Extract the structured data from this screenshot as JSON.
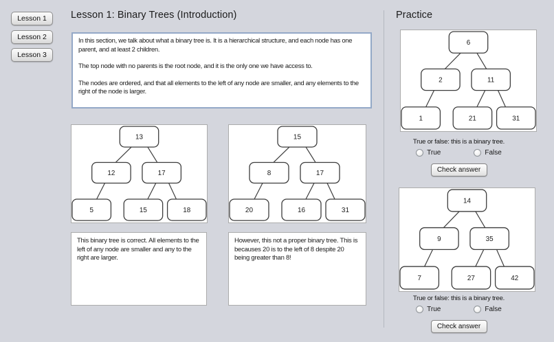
{
  "colors": {
    "background": "#d4d6dd",
    "intro_border": "#93a8c7",
    "box_border": "#ababab",
    "node_stroke": "#3c3c3c"
  },
  "sidebar": {
    "buttons": [
      {
        "label": "Lesson 1"
      },
      {
        "label": "Lesson 2"
      },
      {
        "label": "Lesson 3"
      }
    ]
  },
  "lesson": {
    "title": "Lesson 1: Binary Trees (Introduction)",
    "intro_paragraphs": [
      "In this section, we talk about what a binary tree is. It is a hierarchical structure, and each node has one parent, and at least 2 children.",
      "The top node with no parents is the root node, and it is the only one we have access to.",
      "The nodes are ordered, and that all elements to the left of any node are smaller, and any elements to the right of the node is larger."
    ],
    "examples": [
      {
        "tree": {
          "nodes": [
            "13",
            "12",
            "17",
            "5",
            "15",
            "18"
          ]
        },
        "caption": "This binary tree is correct. All elements to the left of any node are smaller and any to the right are larger."
      },
      {
        "tree": {
          "nodes": [
            "15",
            "8",
            "17",
            "20",
            "16",
            "31"
          ]
        },
        "caption": "However, this not a proper binary tree.  This is becauses 20 is to the left of 8 despite 20 being greater than 8!"
      }
    ]
  },
  "practice": {
    "title": "Practice",
    "exercises": [
      {
        "tree": {
          "nodes": [
            "6",
            "2",
            "11",
            "1",
            "21",
            "31"
          ]
        },
        "question": "True or false: this is a binary tree.",
        "options": [
          "True",
          "False"
        ],
        "check_label": "Check answer"
      },
      {
        "tree": {
          "nodes": [
            "14",
            "9",
            "35",
            "7",
            "27",
            "42"
          ]
        },
        "question": "True or false: this is a binary tree.",
        "options": [
          "True",
          "False"
        ],
        "check_label": "Check answer"
      }
    ]
  }
}
